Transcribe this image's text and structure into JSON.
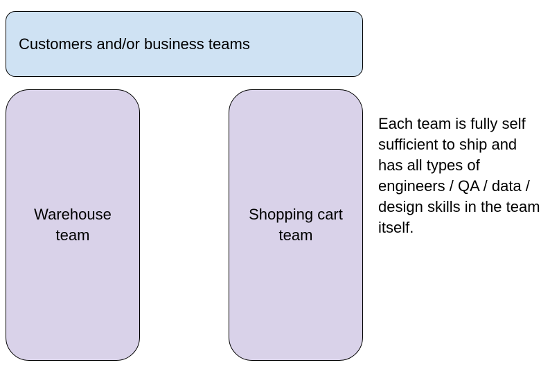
{
  "diagram": {
    "top_box": {
      "label": "Customers and/or business teams",
      "fill": "#cfe2f3"
    },
    "teams": [
      {
        "label": "Warehouse team",
        "fill": "#d9d2e9"
      },
      {
        "label": "Shopping cart team",
        "fill": "#d9d2e9"
      }
    ],
    "note": "Each team is fully self sufficient to ship and has all types of engineers / QA / data / design skills in the team itself."
  }
}
